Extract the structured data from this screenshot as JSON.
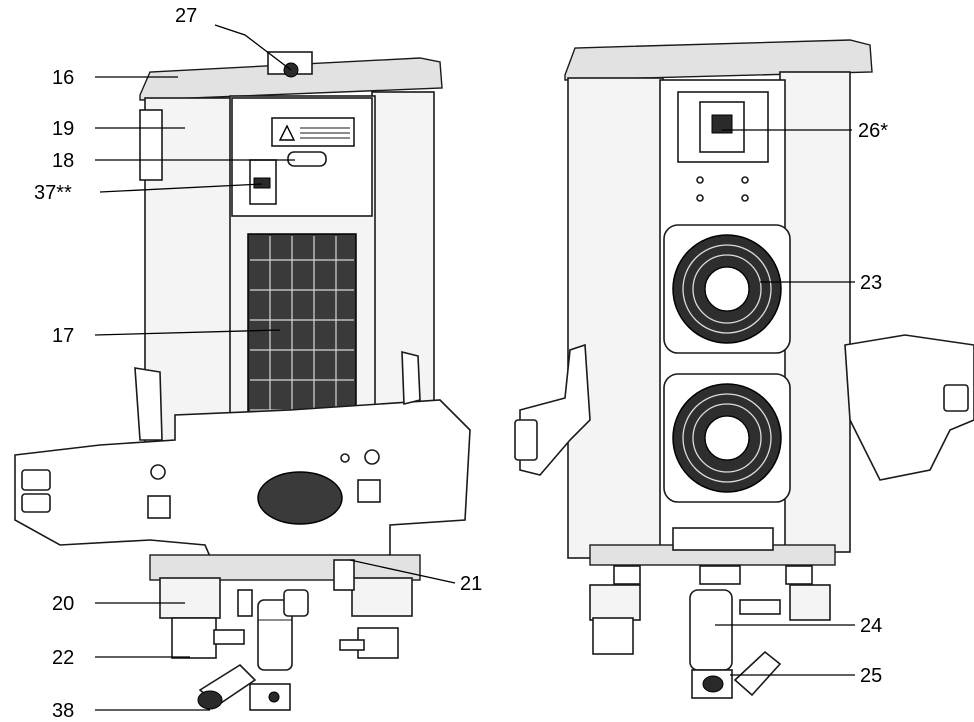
{
  "left_view": {
    "callouts": {
      "c27": "27",
      "c16": "16",
      "c19": "19",
      "c18": "18",
      "c37": "37**",
      "c17": "17",
      "c20": "20",
      "c22": "22",
      "c38": "38",
      "c21": "21"
    }
  },
  "right_view": {
    "callouts": {
      "c26": "26*",
      "c23": "23",
      "c24": "24",
      "c25": "25"
    }
  },
  "colors": {
    "line": "#1a1a1a",
    "panel": "#f4f4f4",
    "shade": "#e2e2e2",
    "grille": "#2a2a2a"
  }
}
